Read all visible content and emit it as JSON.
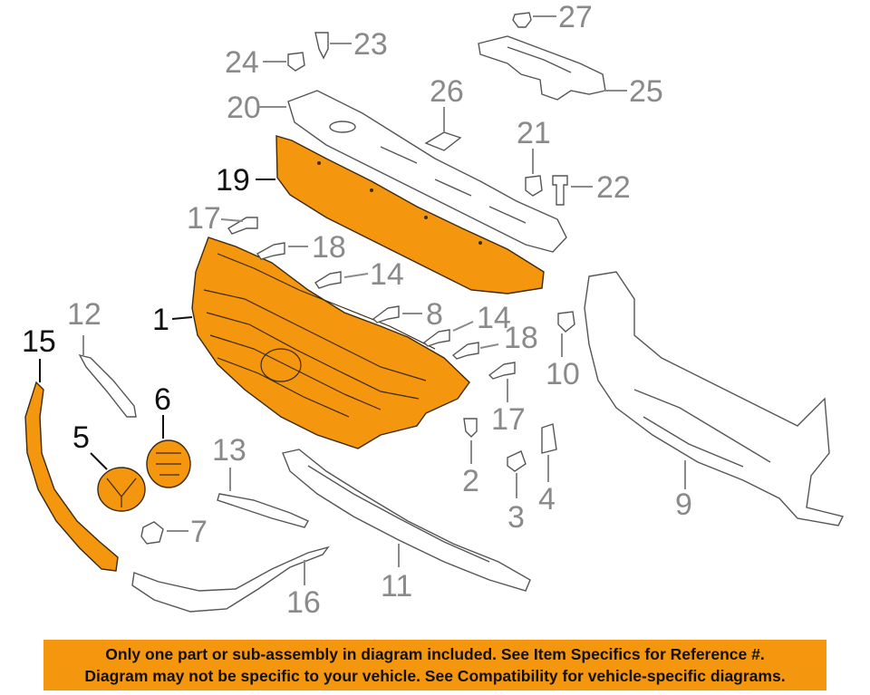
{
  "diagram": {
    "callouts": [
      {
        "id": "1",
        "label": "1",
        "highlighted": true
      },
      {
        "id": "2",
        "label": "2",
        "highlighted": false
      },
      {
        "id": "3",
        "label": "3",
        "highlighted": false
      },
      {
        "id": "4",
        "label": "4",
        "highlighted": false
      },
      {
        "id": "5",
        "label": "5",
        "highlighted": true
      },
      {
        "id": "6",
        "label": "6",
        "highlighted": true
      },
      {
        "id": "7",
        "label": "7",
        "highlighted": false
      },
      {
        "id": "8",
        "label": "8",
        "highlighted": false
      },
      {
        "id": "9",
        "label": "9",
        "highlighted": false
      },
      {
        "id": "10",
        "label": "10",
        "highlighted": false
      },
      {
        "id": "11",
        "label": "11",
        "highlighted": false
      },
      {
        "id": "12",
        "label": "12",
        "highlighted": false
      },
      {
        "id": "13",
        "label": "13",
        "highlighted": false
      },
      {
        "id": "14a",
        "label": "14",
        "highlighted": false
      },
      {
        "id": "14b",
        "label": "14",
        "highlighted": false
      },
      {
        "id": "15",
        "label": "15",
        "highlighted": true
      },
      {
        "id": "16",
        "label": "16",
        "highlighted": false
      },
      {
        "id": "17a",
        "label": "17",
        "highlighted": false
      },
      {
        "id": "17b",
        "label": "17",
        "highlighted": false
      },
      {
        "id": "18a",
        "label": "18",
        "highlighted": false
      },
      {
        "id": "18b",
        "label": "18",
        "highlighted": false
      },
      {
        "id": "19",
        "label": "19",
        "highlighted": true
      },
      {
        "id": "20",
        "label": "20",
        "highlighted": false
      },
      {
        "id": "21",
        "label": "21",
        "highlighted": false
      },
      {
        "id": "22",
        "label": "22",
        "highlighted": false
      },
      {
        "id": "23",
        "label": "23",
        "highlighted": false
      },
      {
        "id": "24",
        "label": "24",
        "highlighted": false
      },
      {
        "id": "25",
        "label": "25",
        "highlighted": false
      },
      {
        "id": "26",
        "label": "26",
        "highlighted": false
      },
      {
        "id": "27",
        "label": "27",
        "highlighted": false
      }
    ],
    "colors": {
      "highlight": "#f5960f",
      "callout_normal": "#8a8a8a",
      "callout_highlight": "#111111"
    }
  },
  "banner": {
    "line1": "Only one part or sub-assembly in diagram included. See Item Specifics for Reference #.",
    "line2": "Diagram may not be specific to your vehicle. See Compatibility for vehicle-specific diagrams."
  }
}
